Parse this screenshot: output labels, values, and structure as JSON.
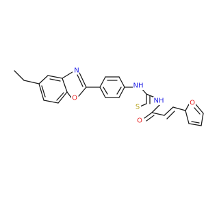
{
  "molecule": {
    "atoms": [
      {
        "id": "n_oxazole",
        "label": "N",
        "color": "#2323e6"
      },
      {
        "id": "o_oxazole",
        "label": "O",
        "color": "#e61e1e"
      },
      {
        "id": "nh_thiourea_1",
        "label": "NH",
        "color": "#2323e6"
      },
      {
        "id": "nh_thiourea_2",
        "label": "NH",
        "color": "#2323e6"
      },
      {
        "id": "s_thiourea",
        "label": "S",
        "color": "#b4a014"
      },
      {
        "id": "o_carbonyl",
        "label": "O",
        "color": "#e61e1e"
      },
      {
        "id": "o_furan",
        "label": "O",
        "color": "#e61e1e"
      }
    ]
  }
}
